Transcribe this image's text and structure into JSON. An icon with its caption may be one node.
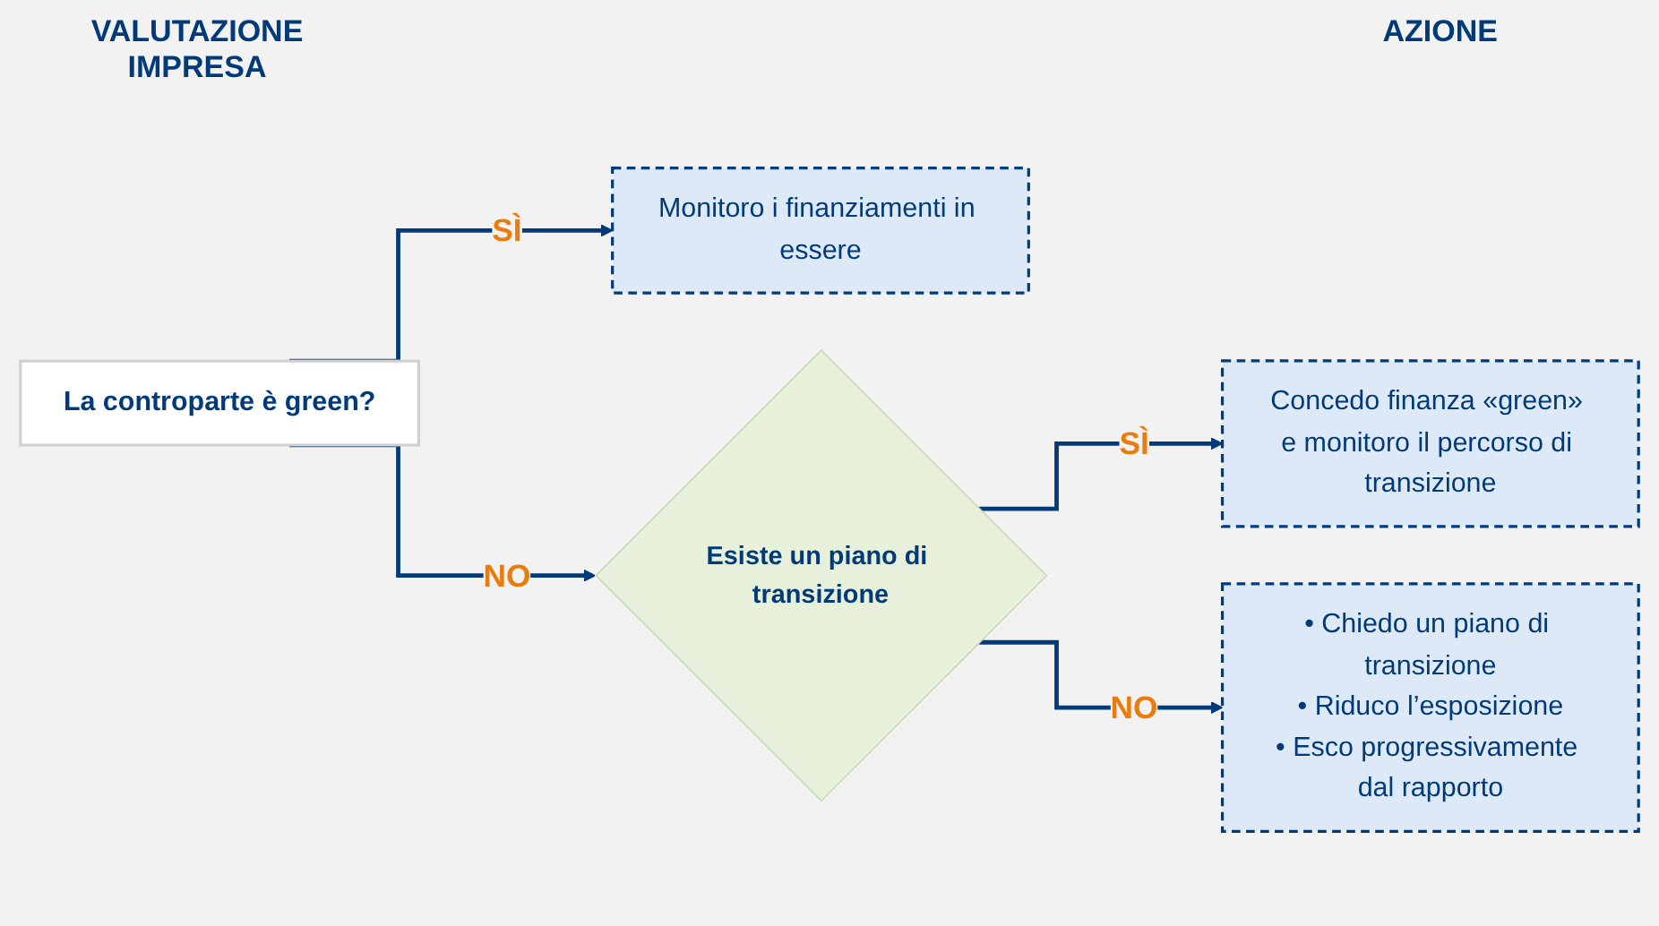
{
  "diagram": {
    "nodes": [
      {
        "text": [
          "La controparte è green?"
        ]
      },
      {
        "text": [
          "Monitoro i finanziamenti in essere"
        ]
      },
      {
        "text": [
          "Esiste un piano di transizione"
        ]
      },
      {
        "text": [
          "Concedo finanza «green» e monitoro il percorso di transizione"
        ]
      },
      {
        "text": [
          "• Chiedo un piano di transizione",
          "• Riduco l’esposizione",
          "• Esco progressivamente dal rapporto"
        ]
      }
    ],
    "edges": [
      {
        "from": 0,
        "to": 1,
        "arrow": "to",
        "label": "SÌ"
      },
      {
        "from": 0,
        "to": 2,
        "arrow": "to",
        "label": "NO"
      },
      {
        "from": 2,
        "to": 3,
        "arrow": "to",
        "label": "SÌ"
      },
      {
        "from": 2,
        "to": 4,
        "arrow": "to",
        "label": "NO"
      }
    ],
    "labels": [
      "VALUTAZIONE IMPRESA",
      "AZIONE"
    ]
  }
}
